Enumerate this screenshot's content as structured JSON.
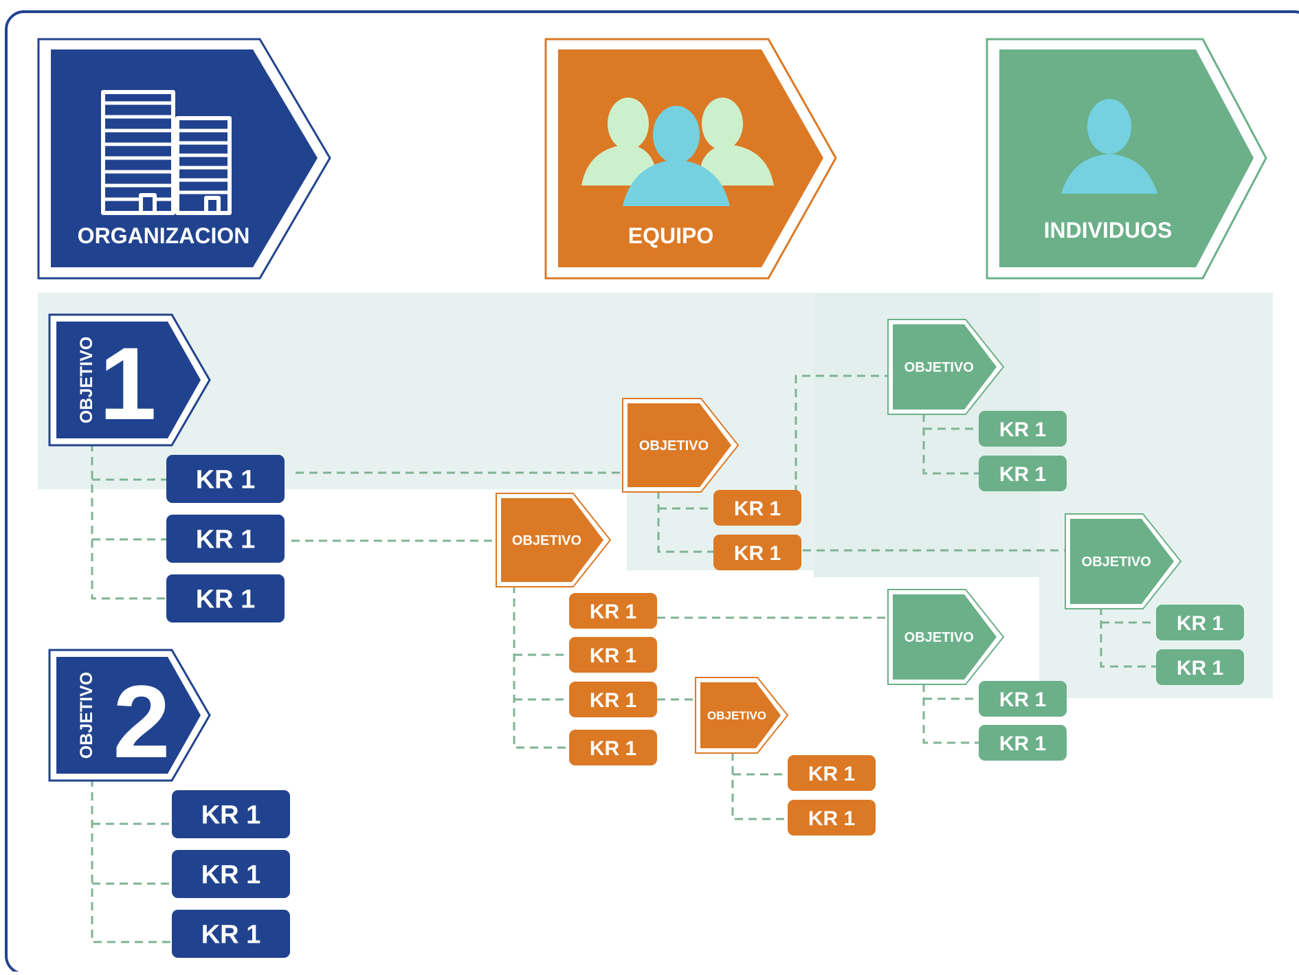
{
  "colors": {
    "blue": "#21438f",
    "orange": "#dc7925",
    "green": "#6bb089",
    "band": "#e7f2f0",
    "connector": "#7fb394",
    "frame": "#21438f"
  },
  "headers": {
    "organization": {
      "label": "ORGANIZACION",
      "icon": "buildings-icon"
    },
    "team": {
      "label": "EQUIPO",
      "icon": "team-people-icon"
    },
    "individuals": {
      "label": "INDIVIDUOS",
      "icon": "person-icon"
    }
  },
  "org_objectives": [
    {
      "label": "OBJETIVO",
      "number": "1"
    },
    {
      "label": "OBJETIVO",
      "number": "2"
    }
  ],
  "objective_label": "OBJETIVO",
  "kr_label": "KR 1"
}
